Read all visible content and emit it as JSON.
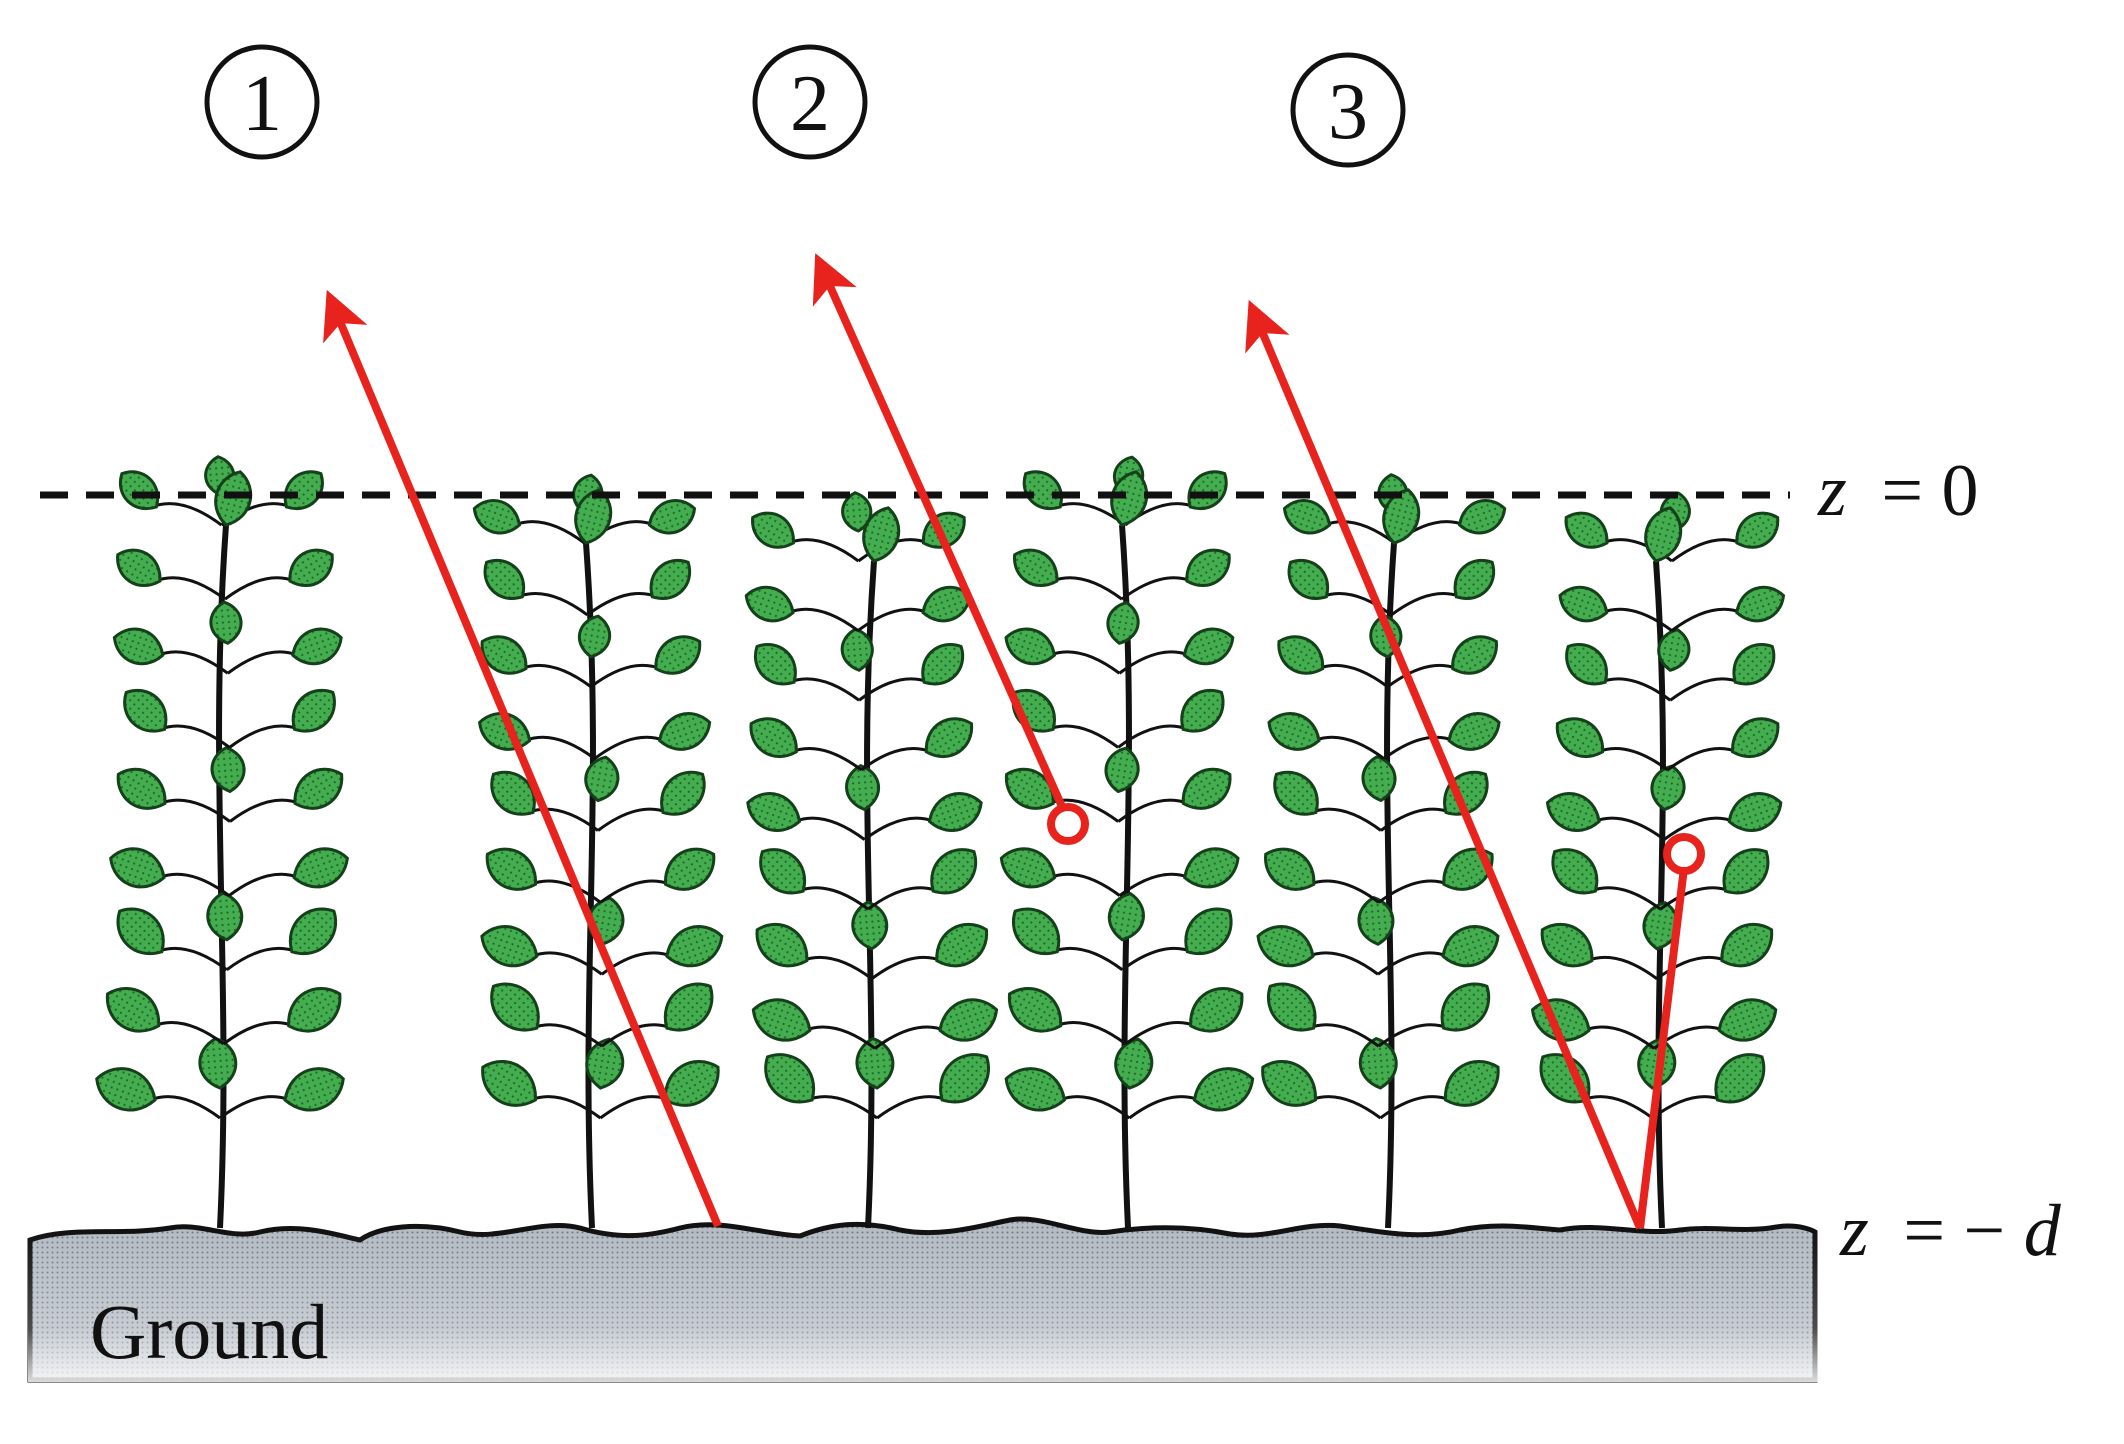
{
  "paths": [
    {
      "number": "1",
      "label": "①"
    },
    {
      "number": "2",
      "label": "②"
    },
    {
      "number": "3",
      "label": "③"
    }
  ],
  "levels": {
    "top": {
      "var": "z",
      "eq": "= 0"
    },
    "bottom": {
      "var": "z",
      "eq": "= −",
      "d": "d"
    }
  },
  "ground_label": "Ground",
  "colors": {
    "ray": "#e8221c",
    "leaf": "#3fa64a",
    "leaf_outline": "#14401a",
    "stem": "#111111",
    "ground": "#a6adb6"
  },
  "icons": {
    "plant": "plant-icon",
    "ray_arrow": "arrow-icon",
    "scatter_point": "scatter-point-icon"
  }
}
